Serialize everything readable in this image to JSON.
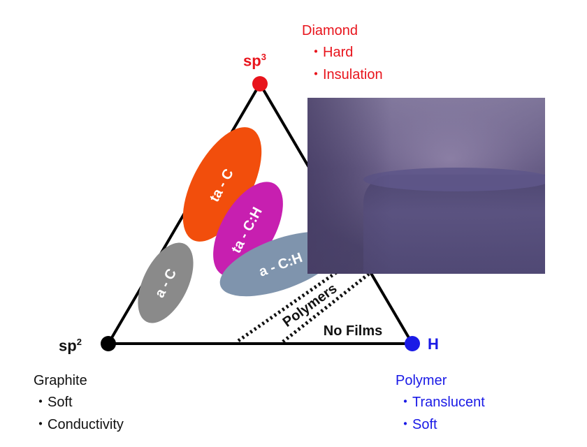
{
  "vertices": {
    "sp3": {
      "base": "sp",
      "sup": "3",
      "color": "#e8141c"
    },
    "sp2": {
      "base": "sp",
      "sup": "2",
      "color": "#111111"
    },
    "h": {
      "label": "H",
      "color": "#1a1ae6"
    }
  },
  "corner_notes": {
    "diamond": {
      "title": "Diamond",
      "items": [
        "・Hard",
        "・Insulation"
      ]
    },
    "graphite": {
      "title": "Graphite",
      "items": [
        "・Soft",
        "・Conductivity"
      ]
    },
    "polymer": {
      "title": "Polymer",
      "items": [
        "・Translucent",
        "・Soft"
      ]
    }
  },
  "regions": [
    {
      "label": "ta - C",
      "color": "#f24e0c"
    },
    {
      "label": "ta - C:H",
      "color": "#c71fb0"
    },
    {
      "label": "a - C",
      "color": "#8a8a8a"
    },
    {
      "label": "a - C:H",
      "color": "#7f94ad"
    }
  ],
  "bands": {
    "polymers": "Polymers",
    "no_films": "No Films"
  }
}
